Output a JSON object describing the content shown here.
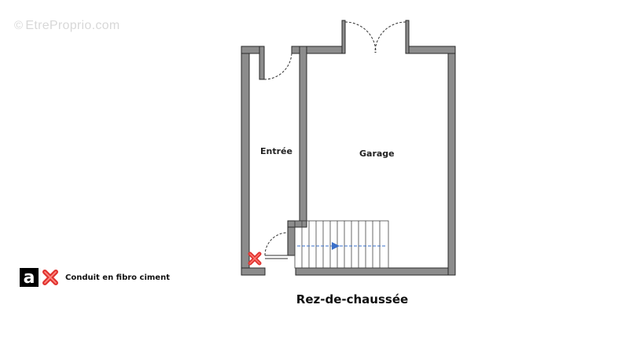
{
  "watermark": {
    "symbol": "©",
    "text": "EtreProprio.com"
  },
  "plan": {
    "title": "Rez-de-chaussée",
    "rooms": {
      "entree": "Entrée",
      "garage": "Garage"
    },
    "colors": {
      "wall": "#8c8c8c",
      "wall_outline": "#2a2a2a",
      "stair_arrow": "#3a6fc9",
      "asbestos_marker": "#e0322f"
    }
  },
  "legend": {
    "logo_letter": "a",
    "label": "Conduit en fibro ciment",
    "icon": "red-cross-icon"
  }
}
